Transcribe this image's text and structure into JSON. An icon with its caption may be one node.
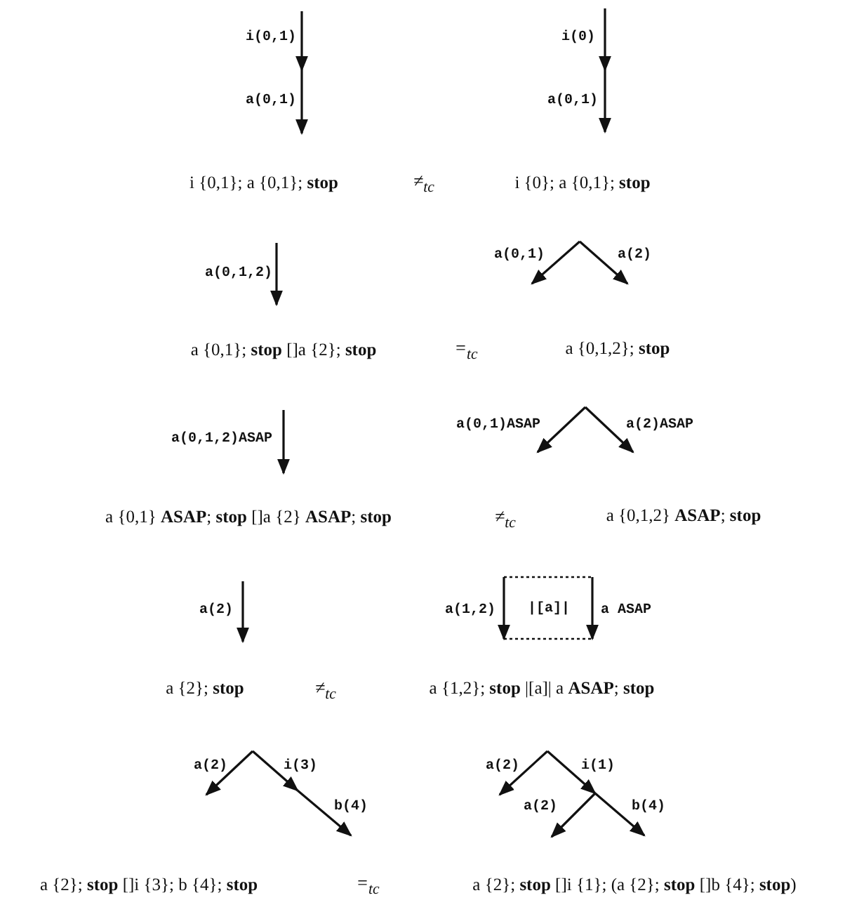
{
  "diagram": {
    "labels": [
      "i(0,1)",
      "i(0)",
      "a(0,1)",
      "a(0,1)",
      "i {0,1}; a {0,1}; **stop**",
      "≠$_{tc}$",
      "i {0}; a {0,1}; **stop**",
      "a(0,1,2)",
      "a(0,1)",
      "a(2)",
      "a {0,1}; **stop** []a {2}; **stop**",
      "=$_{tc}$",
      "a {0,1,2}; **stop**",
      "a(0,1,2)ASAP",
      "a(0,1)ASAP",
      "a(2)ASAP",
      "a {0,1} **ASAP**; **stop** []a {2} **ASAP**; **stop**",
      "≠$_{tc}$",
      "a {0,1,2} **ASAP**; **stop**",
      "a(2)",
      "a(1,2)",
      "|[a]|",
      "a ASAP",
      "a {2}; **stop**",
      "≠$_{tc}$",
      "a {1,2}; **stop** |[a]| a **ASAP**; **stop**",
      "a(2)",
      "i(3)",
      "b(4)",
      "a(2)",
      "i(1)",
      "a(2)",
      "b(4)",
      "a {2}; **stop** []i {3}; b {4}; **stop**",
      "=$_{tc}$",
      "a {2}; **stop** []i {1}; (a {2}; **stop** []b {4}; **stop**)"
    ]
  }
}
